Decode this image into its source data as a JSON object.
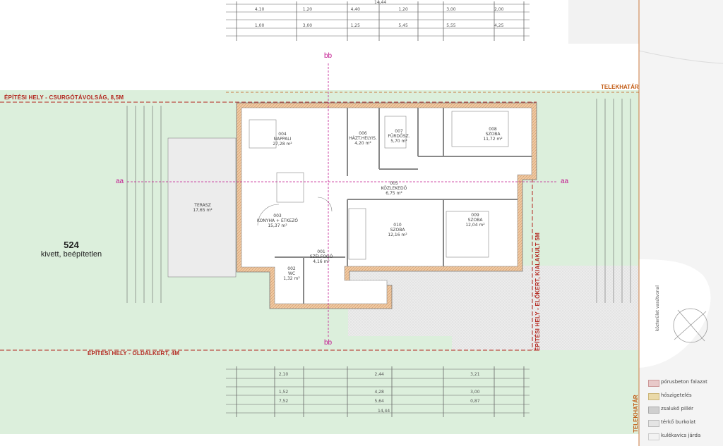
{
  "labels": {
    "building_zone_rear": "ÉPÍTÉSI HELY - CSURGÓTÁVOLSÁG, 8,5M",
    "building_zone_side": "ÉPÍTÉSI HELY - OLDALKERT, 4M",
    "building_zone_front": "ÉPÍTÉSI HELY - ELŐKERT, KIALAKULT 5M",
    "plot_boundary_top": "TELEKHATÁR",
    "plot_boundary_right": "TELEKHATÁR",
    "section_aa_left": "aa",
    "section_aa_right": "aa",
    "section_bb_top": "bb",
    "section_bb_bottom": "bb",
    "plot_number": "524",
    "plot_desc": "kivett, beépítetlen",
    "street_label": "közterület vasútvonal",
    "overall_dim_top": "14,44",
    "overall_dim_bottom": "14,44"
  },
  "rooms": [
    {
      "code": "004",
      "name": "NAPPALI",
      "area": "27,28 m²"
    },
    {
      "code": "006",
      "name": "HÁZT.HELYIS.",
      "area": "4,20 m²"
    },
    {
      "code": "007",
      "name": "FÜRDŐSZ.",
      "area": "5,70 m²"
    },
    {
      "code": "008",
      "name": "SZOBA",
      "area": "11,72 m²"
    },
    {
      "code": "003",
      "name": "KONYHA + ÉTKEZŐ",
      "area": "15,37 m²"
    },
    {
      "code": "005",
      "name": "KÖZLEKEDŐ",
      "area": "6,75 m²"
    },
    {
      "code": "010",
      "name": "SZOBA",
      "area": "12,16 m²"
    },
    {
      "code": "009",
      "name": "SZOBA",
      "area": "12,04 m²"
    },
    {
      "code": "001",
      "name": "SZÉLFOGÓ",
      "area": "4,16 m²"
    },
    {
      "code": "002",
      "name": "WC",
      "area": "1,32 m²"
    },
    {
      "code": "",
      "name": "TERASZ",
      "area": "17,65 m²"
    }
  ],
  "dims_top": [
    "4,10",
    "1,20",
    "4,40",
    "1,20",
    "3,00",
    "2,00",
    "1,00",
    "3,00",
    "1,25",
    "5,45",
    "5,55",
    "4,25"
  ],
  "dims_bottom": [
    "2,10",
    "2,44",
    "3,21",
    "1,52",
    "4,28",
    "3,00",
    "7,52",
    "5,64",
    "0,87"
  ],
  "legend": [
    {
      "label": "pórusbeton falazat",
      "color": "#e8c9c9"
    },
    {
      "label": "hőszigetelés",
      "color": "#ead9a8"
    },
    {
      "label": "zsalukő pillér",
      "color": "#cfcfcf"
    },
    {
      "label": "térkő burkolat",
      "color": "#e4e4e4"
    },
    {
      "label": "kulékavics járda",
      "color": "#f2f2f2"
    }
  ],
  "colors": {
    "lawn": "#dcefdc",
    "paving": "#e9e9e9",
    "boundary": "#b3261e",
    "wall_insulation": "#e9c38f",
    "section_marker": "#c2188f"
  }
}
